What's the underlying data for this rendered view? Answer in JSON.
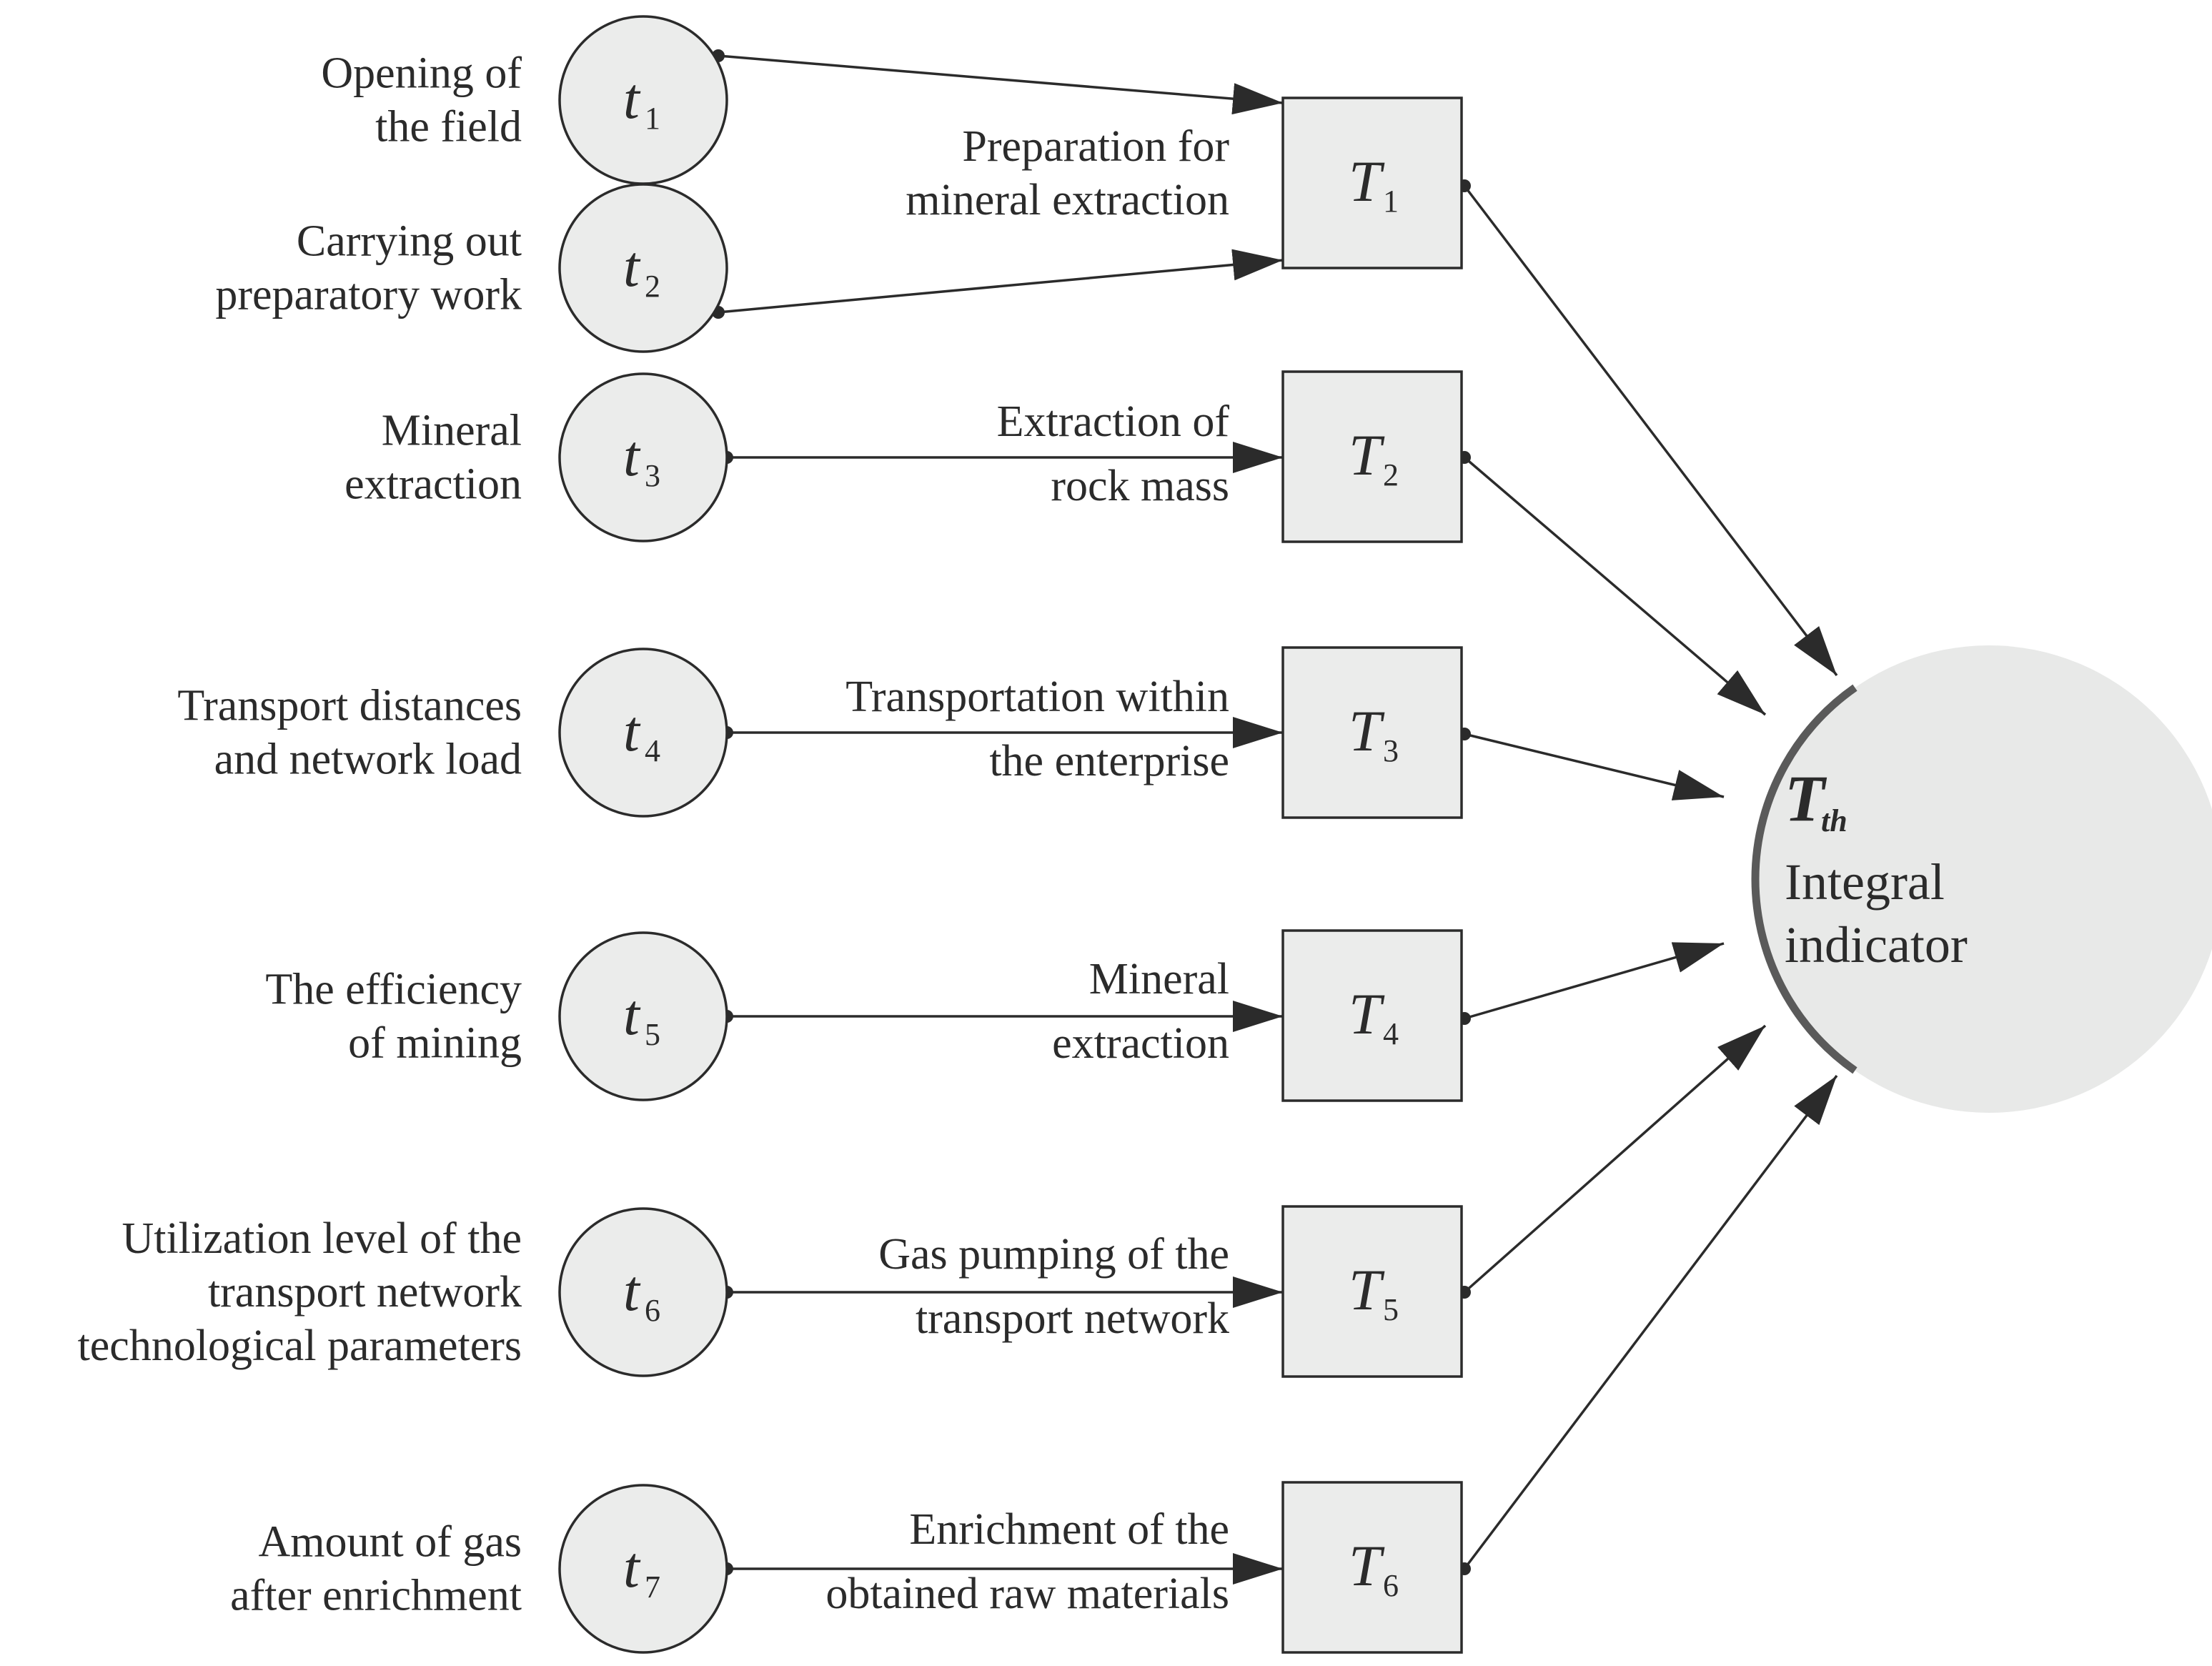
{
  "inputs": [
    {
      "id": "t",
      "sub": "1",
      "label": [
        "Opening of",
        "the field"
      ]
    },
    {
      "id": "t",
      "sub": "2",
      "label": [
        "Carrying out",
        "preparatory work"
      ]
    },
    {
      "id": "t",
      "sub": "3",
      "label": [
        "Mineral",
        "extraction"
      ]
    },
    {
      "id": "t",
      "sub": "4",
      "label": [
        "Transport distances",
        "and network load"
      ]
    },
    {
      "id": "t",
      "sub": "5",
      "label": [
        "The efficiency",
        "of mining"
      ]
    },
    {
      "id": "t",
      "sub": "6",
      "label": [
        "Utilization level of the",
        "transport network",
        "technological parameters"
      ]
    },
    {
      "id": "t",
      "sub": "7",
      "label": [
        "Amount of gas",
        "after enrichment"
      ]
    }
  ],
  "stages": [
    {
      "id": "T",
      "sub": "1",
      "label": [
        "Preparation for",
        "mineral extraction"
      ]
    },
    {
      "id": "T",
      "sub": "2",
      "label": [
        "Extraction of",
        "rock mass"
      ]
    },
    {
      "id": "T",
      "sub": "3",
      "label": [
        "Transportation within",
        "the enterprise"
      ]
    },
    {
      "id": "T",
      "sub": "4",
      "label": [
        "Mineral",
        "extraction"
      ]
    },
    {
      "id": "T",
      "sub": "5",
      "label": [
        "Gas pumping of the",
        "transport network"
      ]
    },
    {
      "id": "T",
      "sub": "6",
      "label": [
        "Enrichment of the",
        "obtained raw materials"
      ]
    }
  ],
  "result": {
    "id": "T",
    "sub": "th",
    "label": [
      "Integral",
      "indicator"
    ]
  },
  "colors": {
    "stroke": "#2b2b2b",
    "node_fill": "#ebeceb",
    "result_fill": "#e8e9e8",
    "result_arc": "#5a5a5a"
  }
}
